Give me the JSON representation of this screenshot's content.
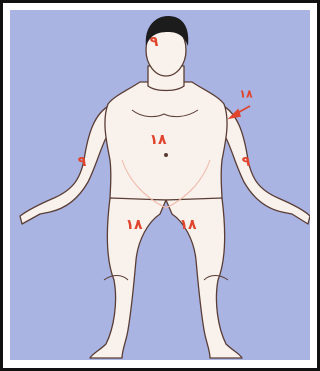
{
  "figure": {
    "labels": {
      "head": "٩",
      "chest": "١٨",
      "back": "١٨",
      "arm_right": "٩",
      "arm_left": "٩",
      "leg_right": "١٨",
      "leg_left": "١٨"
    },
    "colors": {
      "background": "#a9b4e3",
      "skin": "#f8f1ec",
      "outline": "#5a3d35",
      "label": "#e0442c",
      "hair": "#1c1c1c"
    }
  }
}
